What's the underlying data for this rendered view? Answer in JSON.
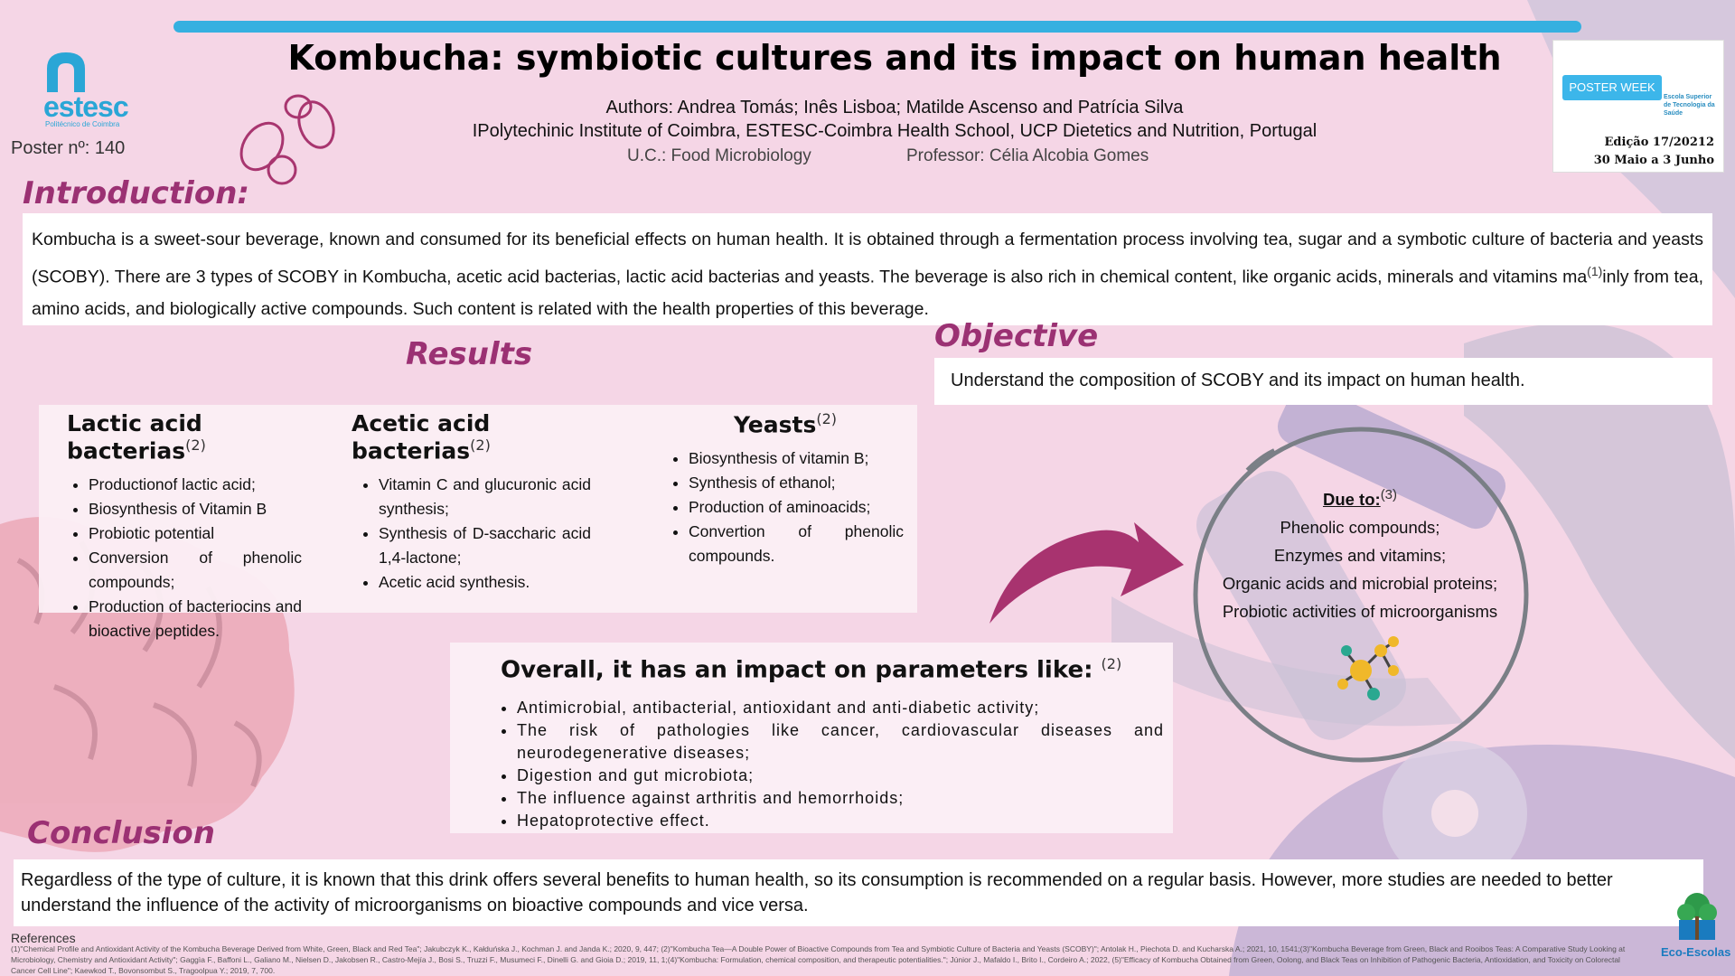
{
  "header": {
    "title": "Kombucha: symbiotic cultures and its impact on human health",
    "authors": "Authors: Andrea Tomás; Inês Lisboa; Matilde Ascenso and Patrícia Silva",
    "institution": "IPolytechinic Institute of Coimbra, ESTESC-Coimbra Health School, UCP Dietetics and Nutrition, Portugal",
    "uc": "U.C.: Food Microbiology",
    "professor": "Professor: Célia Alcobia Gomes"
  },
  "logo": {
    "name": "estesc",
    "subtitle": "Politécnico de Coimbra"
  },
  "poster_no": "Poster nº: 140",
  "poster_week": {
    "badge": "POSTER WEEK",
    "school": "Escola Superior de Tecnologia da Saúde",
    "edition": "Edição 17/20212",
    "dates": "30 Maio a 3 Junho"
  },
  "introduction": {
    "heading": "Introduction:",
    "text_a": "Kombucha is a sweet-sour beverage, known and consumed for its beneficial effects on human health. It is obtained through a fermentation process involving tea, sugar and a symbotic culture of bacteria and yeasts (SCOBY). There are 3 types of SCOBY in Kombucha, acetic acid bacterias, lactic acid  bacterias and yeasts. The beverage is also rich in chemical content, like organic acids, minerals and vitamins  ma",
    "ref": "(1)",
    "text_b": "inly from tea, amino acids, and biologically active compounds. Such content is related with the health properties of this beverage."
  },
  "objective": {
    "heading": "Objective",
    "text": "Understand the composition of SCOBY and its impact on human health."
  },
  "results": {
    "heading": "Results",
    "columns": [
      {
        "title": "Lactic acid bacterias",
        "ref": "(2)",
        "items": [
          "Productionof lactic acid;",
          "Biosynthesis of Vitamin B",
          "Probiotic potential",
          "Conversion of phenolic compounds;",
          "Production of bacteriocins and bioactive peptides."
        ]
      },
      {
        "title": "Acetic acid bacterias",
        "ref": "(2)",
        "items": [
          "Vitamin C and glucuronic acid synthesis;",
          "Synthesis of D-saccharic acid 1,4-lactone;",
          "Acetic acid synthesis."
        ]
      },
      {
        "title": "Yeasts",
        "ref": "(2)",
        "items": [
          "Biosynthesis of vitamin B;",
          "Synthesis of ethanol;",
          "Production of aminoacids;",
          "Convertion of phenolic compounds."
        ]
      }
    ]
  },
  "due_to": {
    "heading": "Due to:",
    "ref": "(3)",
    "items": [
      "Phenolic compounds;",
      "Enzymes and vitamins;",
      "Organic acids and microbial proteins;",
      "Probiotic activities of microorganisms"
    ]
  },
  "overall": {
    "heading": "Overall, it has an impact on parameters like:",
    "ref": "(2)",
    "items": [
      "Antimicrobial, antibacterial, antioxidant and anti-diabetic activity;",
      "The risk of pathologies like cancer, cardiovascular diseases and neurodegenerative diseases;",
      "Digestion and gut microbiota;",
      "The influence against arthritis and hemorrhoids;",
      "Hepatoprotective effect."
    ]
  },
  "conclusion": {
    "heading": "Conclusion",
    "text": "Regardless of the type of culture, it is known that this drink offers several benefits to human health, so its consumption is recommended on a regular basis. However, more studies are needed to better understand the influence of the activity of microorganisms on bioactive compounds and vice versa."
  },
  "references": {
    "heading": "References",
    "text": "(1)\"Chemical Profile and Antioxidant Activity of the Kombucha Beverage Derived from White, Green, Black and Red Tea\"; Jakubczyk K., Kałduńska J., Kochman J. and Janda K.; 2020, 9, 447; (2)\"Kombucha Tea—A Double Power of Bioactive Compounds from Tea and Symbiotic Culture of Bacteria and Yeasts (SCOBY)\"; Antolak H., Piechota D. and Kucharska A.; 2021, 10, 1541;(3)\"Kombucha Beverage from Green, Black and Rooibos Teas: A Comparative Study Looking at Microbiology, Chemistry and Antioxidant Activity\"; Gaggìa F., Baffoni L., Galiano M., Nielsen D., Jakobsen R., Castro-Mejía J., Bosi S., Truzzi F., Musumeci F., Dinelli G. and Gioia D.; 2019, 11, 1;(4)\"Kombucha: Formulation, chemical composition, and therapeutic potentialities.\"; Júnior J., Mafaldo I., Brito I., Cordeiro A.; 2022, (5)\"Efficacy of Kombucha Obtained from Green, Oolong, and Black Teas on Inhibition of Pathogenic Bacteria, Antioxidation, and Toxicity on Colorectal Cancer Cell Line\"; Kaewkod T., Bovonsombut S., Tragoolpua Y.; 2019, 7, 700."
  },
  "eco_logo": "Eco-Escolas",
  "colors": {
    "accent": "#9b3173",
    "topbar": "#35b0e0",
    "background": "#f5d6e6"
  }
}
